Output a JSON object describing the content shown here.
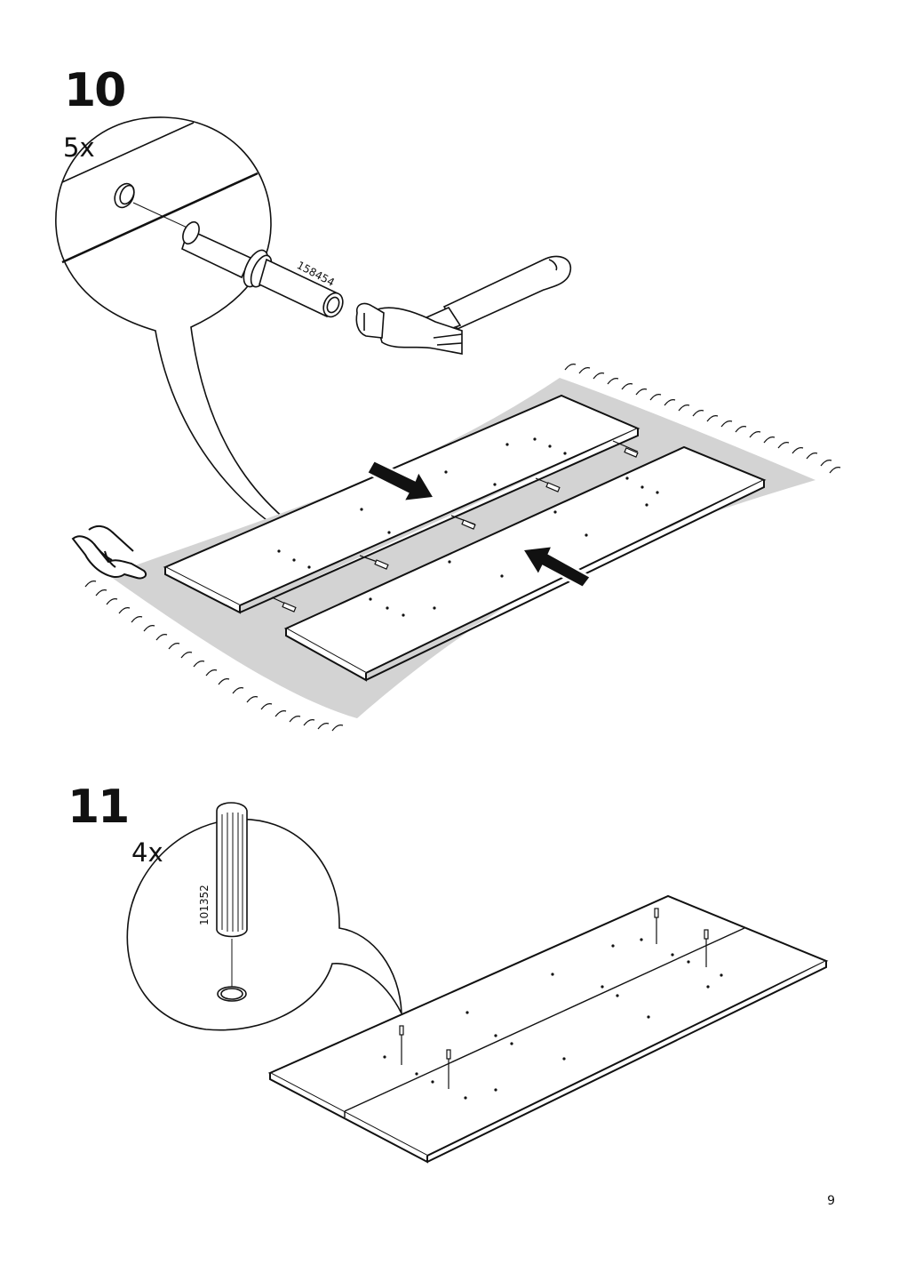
{
  "page": {
    "number": "9"
  },
  "steps": [
    {
      "number": "10",
      "quantity": "5x",
      "part_number": "158454"
    },
    {
      "number": "11",
      "quantity": "4x",
      "part_number": "101352"
    }
  ]
}
